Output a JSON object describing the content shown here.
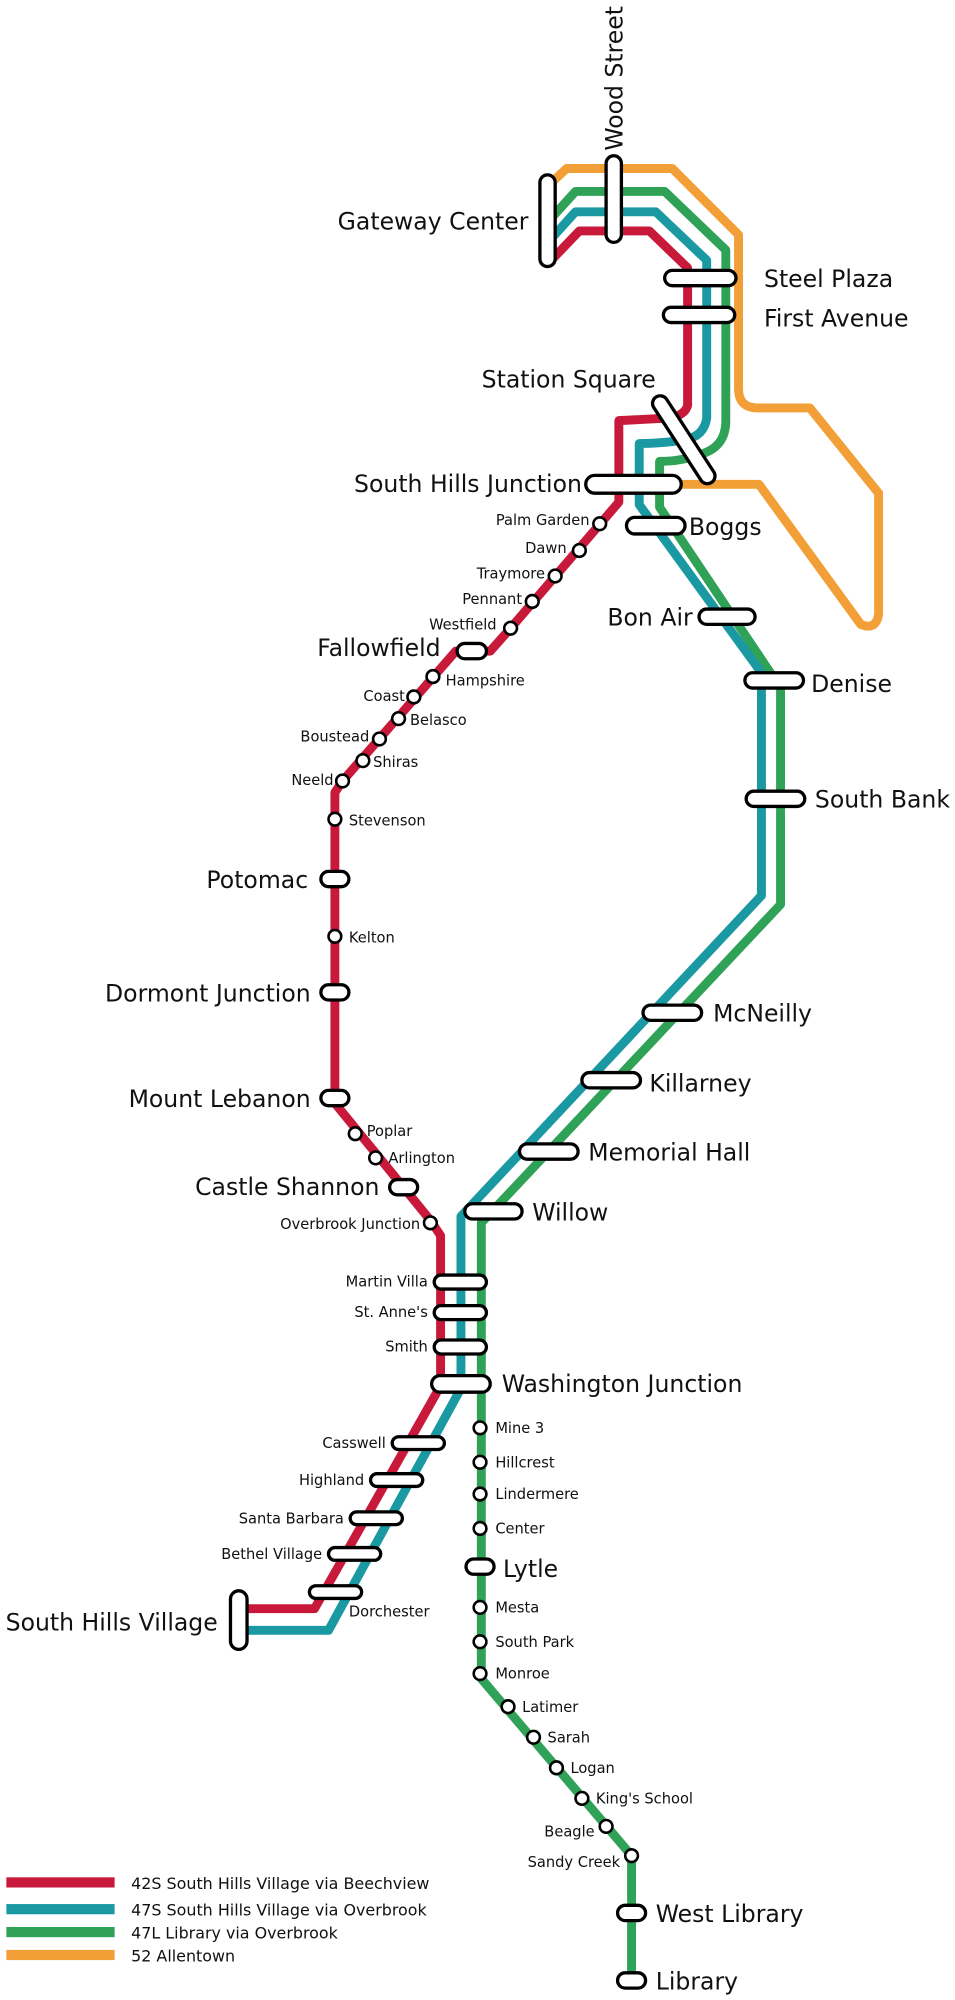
{
  "title": "Pittsburgh Light Rail Map",
  "stations": {
    "wood_street": "Wood Street",
    "gateway_center": "Gateway Center",
    "steel_plaza": "Steel Plaza",
    "first_avenue": "First Avenue",
    "station_square": "Station Square",
    "south_hills_junction": "South Hills Junction",
    "boggs": "Boggs",
    "palm_garden": "Palm Garden",
    "dawn": "Dawn",
    "traymore": "Traymore",
    "pennant": "Pennant",
    "westfield": "Westfield",
    "fallowfield": "Fallowfield",
    "hampshire": "Hampshire",
    "coast": "Coast",
    "belasco": "Belasco",
    "boustead": "Boustead",
    "shiras": "Shiras",
    "neeld": "Neeld",
    "stevenson": "Stevenson",
    "potomac": "Potomac",
    "kelton": "Kelton",
    "dormont_junction": "Dormont Junction",
    "mount_lebanon": "Mount Lebanon",
    "poplar": "Poplar",
    "arlington": "Arlington",
    "castle_shannon": "Castle Shannon",
    "overbrook_junction": "Overbrook Junction",
    "bon_air": "Bon Air",
    "denise": "Denise",
    "south_bank": "South Bank",
    "mcneilly": "McNeilly",
    "killarney": "Killarney",
    "memorial_hall": "Memorial Hall",
    "willow": "Willow",
    "martin_villa": "Martin Villa",
    "st_annes": "St. Anne's",
    "smith": "Smith",
    "washington_junction": "Washington Junction",
    "casswell": "Casswell",
    "highland": "Highland",
    "santa_barbara": "Santa Barbara",
    "bethel_village": "Bethel Village",
    "dorchester": "Dorchester",
    "south_hills_village": "South Hills Village",
    "mine_3": "Mine 3",
    "hillcrest": "Hillcrest",
    "lindermere": "Lindermere",
    "center": "Center",
    "lytle": "Lytle",
    "mesta": "Mesta",
    "south_park": "South Park",
    "monroe": "Monroe",
    "latimer": "Latimer",
    "sarah": "Sarah",
    "logan": "Logan",
    "kings_school": "King's School",
    "beagle": "Beagle",
    "sandy_creek": "Sandy Creek",
    "west_library": "West Library",
    "library": "Library"
  },
  "legend": [
    {
      "label": "42S South Hills Village via Beechview",
      "color": "#c8193a"
    },
    {
      "label": "47S South Hills Village via Overbrook",
      "color": "#1a99a3"
    },
    {
      "label": "47L Library via Overbrook",
      "color": "#2fa257"
    },
    {
      "label": "52 Allentown",
      "color": "#f19f36"
    }
  ]
}
